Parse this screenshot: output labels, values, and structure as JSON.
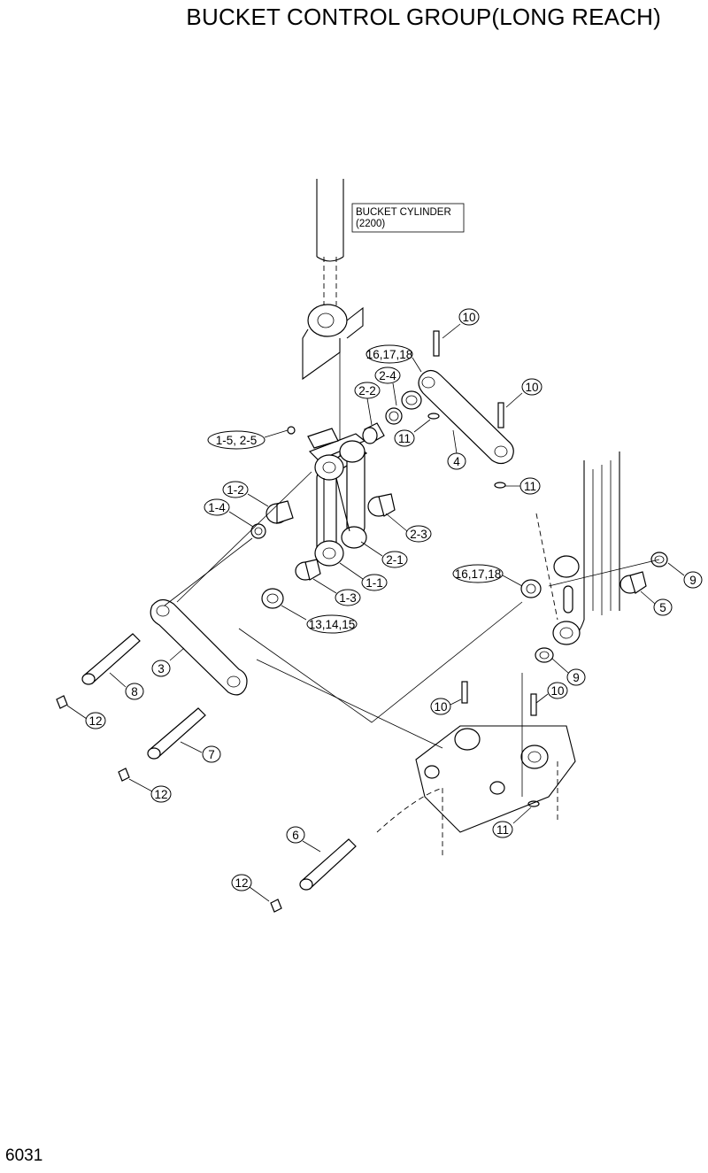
{
  "title": "BUCKET CONTROL GROUP(LONG REACH)",
  "page_number": "6031",
  "callout_box": {
    "line1": "BUCKET CYLINDER",
    "line2": "(2200)"
  },
  "labels": {
    "l10a": "10",
    "l10b": "10",
    "l10c": "10",
    "l10d": "10",
    "l161718a": "16,17,18",
    "l161718b": "16,17,18",
    "l2_4": "2-4",
    "l2_2": "2-2",
    "l11a": "11",
    "l11b": "11",
    "l11c": "11",
    "l4": "4",
    "l1_5_2_5": "1-5, 2-5",
    "l1_2": "1-2",
    "l1_4": "1-4",
    "l2_3": "2-3",
    "l2_1": "2-1",
    "l1_1": "1-1",
    "l1_3": "1-3",
    "l13_14_15": "13,14,15",
    "l9a": "9",
    "l9b": "9",
    "l5": "5",
    "l3": "3",
    "l8": "8",
    "l7": "7",
    "l6": "6",
    "l12a": "12",
    "l12b": "12",
    "l12c": "12"
  }
}
